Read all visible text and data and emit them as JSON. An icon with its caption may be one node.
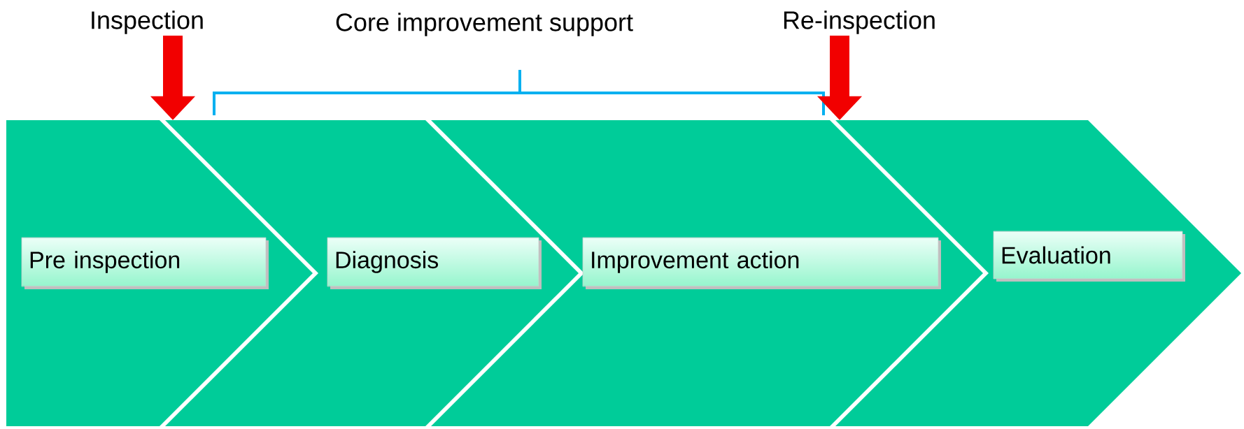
{
  "diagram": {
    "nodes": [
      {
        "text": [],
        "shape": "chevron"
      },
      {
        "text": [],
        "shape": "chevron"
      },
      {
        "text": [],
        "shape": "chevron"
      },
      {
        "text": [],
        "shape": "chevron"
      },
      {
        "text": [
          "Pre inspection"
        ],
        "in": 0
      },
      {
        "text": [
          "Diagnosis"
        ],
        "in": 1
      },
      {
        "text": [
          "Improvement action"
        ],
        "in": 2
      },
      {
        "text": [
          "Evaluation"
        ],
        "in": 3
      },
      {
        "text": [
          "Inspection"
        ]
      },
      {
        "text": [
          "Re-inspection"
        ]
      }
    ],
    "edges": [
      {
        "from": 8,
        "to": 0,
        "arrow": "to"
      },
      {
        "from": 9,
        "to": 2,
        "arrow": "to"
      }
    ],
    "labels": [
      "Core improvement support"
    ]
  }
}
